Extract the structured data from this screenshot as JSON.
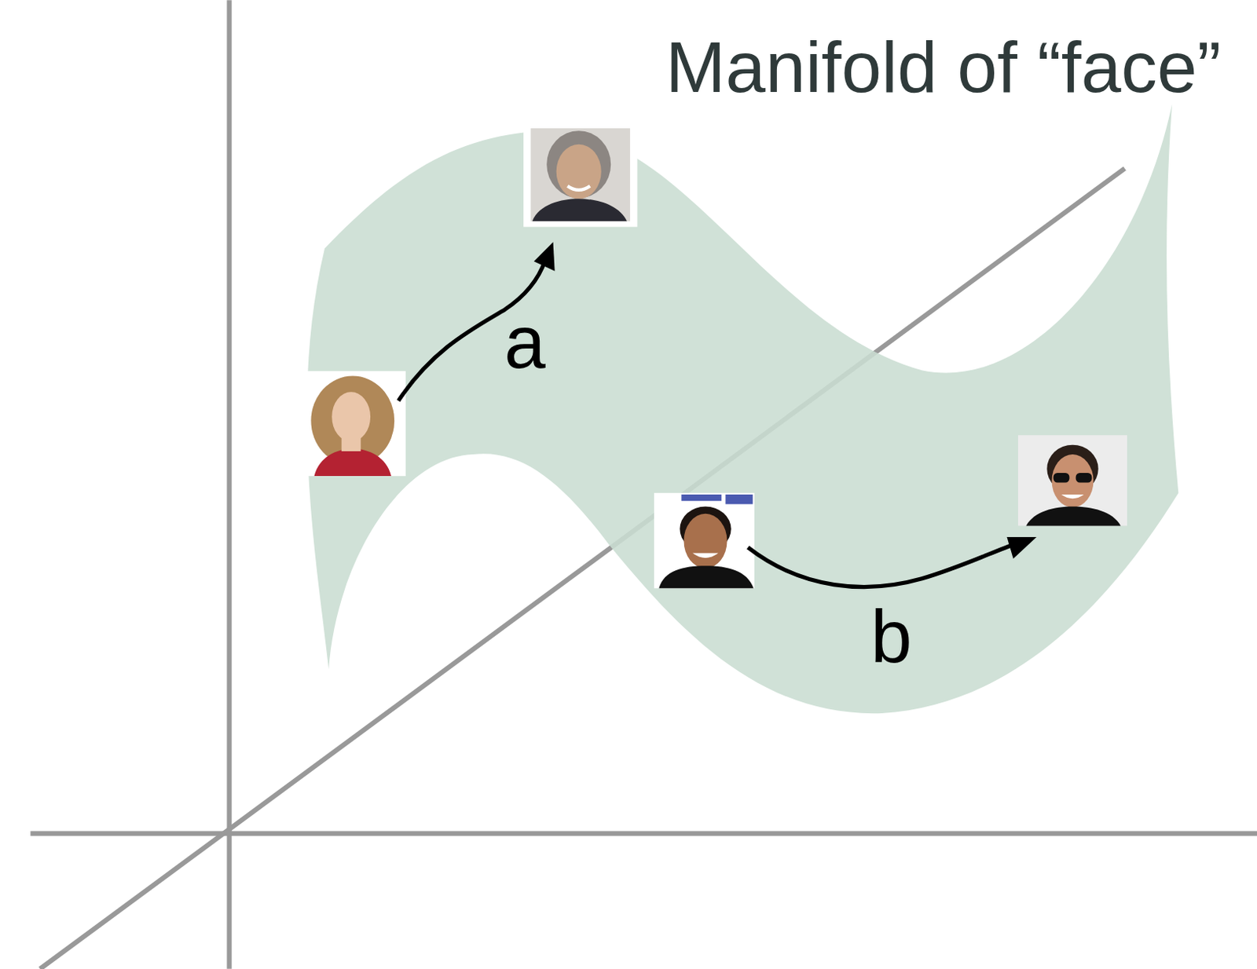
{
  "diagram": {
    "title": "Manifold of “face”",
    "labels": [
      "a",
      "b"
    ]
  }
}
